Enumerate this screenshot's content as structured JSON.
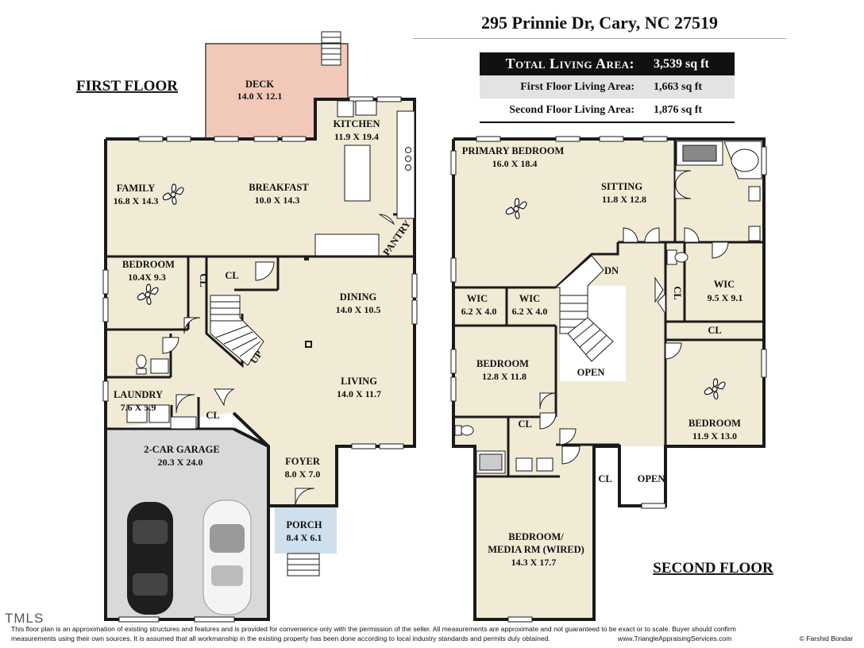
{
  "address": "295 Prinnie Dr, Cary, NC 27519",
  "area_table": [
    {
      "label": "Total Living Area:",
      "value": "3,539 sq ft"
    },
    {
      "label": "First Floor Living Area:",
      "value": "1,663 sq ft"
    },
    {
      "label": "Second Floor Living Area:",
      "value": "1,876 sq ft"
    }
  ],
  "floor_titles": {
    "first": "FIRST FLOOR",
    "second": "SECOND FLOOR"
  },
  "rooms": {
    "deck": {
      "name": "DECK",
      "dim": "14.0 X 12.1"
    },
    "kitchen": {
      "name": "KITCHEN",
      "dim": "11.9 X 19.4"
    },
    "family": {
      "name": "FAMILY",
      "dim": "16.8 X 14.3"
    },
    "breakfast": {
      "name": "BREAKFAST",
      "dim": "10.0 X 14.3"
    },
    "pantry": {
      "name": "PANTRY"
    },
    "bedroom1": {
      "name": "BEDROOM",
      "dim": "10.4X 9.3"
    },
    "cl1": {
      "name": "CL"
    },
    "cl2": {
      "name": "CL"
    },
    "dining": {
      "name": "DINING",
      "dim": "14.0 X 10.5"
    },
    "up": {
      "name": "UP"
    },
    "laundry": {
      "name": "LAUNDRY",
      "dim": "7.6 X 5.9"
    },
    "cl3": {
      "name": "CL"
    },
    "living": {
      "name": "LIVING",
      "dim": "14.0 X 11.7"
    },
    "garage": {
      "name": "2-CAR GARAGE",
      "dim": "20.3 X 24.0"
    },
    "foyer": {
      "name": "FOYER",
      "dim": "8.0 X 7.0"
    },
    "porch": {
      "name": "PORCH",
      "dim": "8.4 X 6.1"
    },
    "primary": {
      "name": "PRIMARY BEDROOM",
      "dim": "16.0 X 18.4"
    },
    "sitting": {
      "name": "SITTING",
      "dim": "11.8 X 12.8"
    },
    "dn": {
      "name": "DN"
    },
    "wic1": {
      "name": "WIC",
      "dim": "6.2 X 4.0"
    },
    "wic2": {
      "name": "WIC",
      "dim": "6.2 X 4.0"
    },
    "cl4": {
      "name": "CL"
    },
    "wic3": {
      "name": "WIC",
      "dim": "9.5 X 9.1"
    },
    "cl5": {
      "name": "CL"
    },
    "bedroom2": {
      "name": "BEDROOM",
      "dim": "12.8 X 11.8"
    },
    "open1": {
      "name": "OPEN"
    },
    "bedroom3": {
      "name": "BEDROOM",
      "dim": "11.9 X 13.0"
    },
    "cl6": {
      "name": "CL"
    },
    "cl7": {
      "name": "CL"
    },
    "open2": {
      "name": "OPEN"
    },
    "media_line1": {
      "name": "BEDROOM/"
    },
    "media_line2": {
      "name": "MEDIA RM (WIRED)",
      "dim": "14.3 X 17.7"
    }
  },
  "watermark": "TMLS",
  "disclaimer": {
    "line1": "This floor plan is an approximation of existing structures and features and is provided for convenience only with the permission of the seller.  All measurements are approximate and not guaranteed to be exact or to scale.  Buyer should confirm",
    "line2": "measurements using their own sources.  It is assumed that all workmanship in the existing property has been done according to local industry standards and permits duly obtained.",
    "website": "www.TriangleAppraisingServices.com",
    "copyright": "© Farshid Bondar"
  },
  "colors": {
    "floor": "#f1ebd6",
    "deck": "#f2c8b8",
    "garage": "#d9d9d9",
    "porch": "#cfe0ec",
    "wall": "#1a1a1a"
  }
}
